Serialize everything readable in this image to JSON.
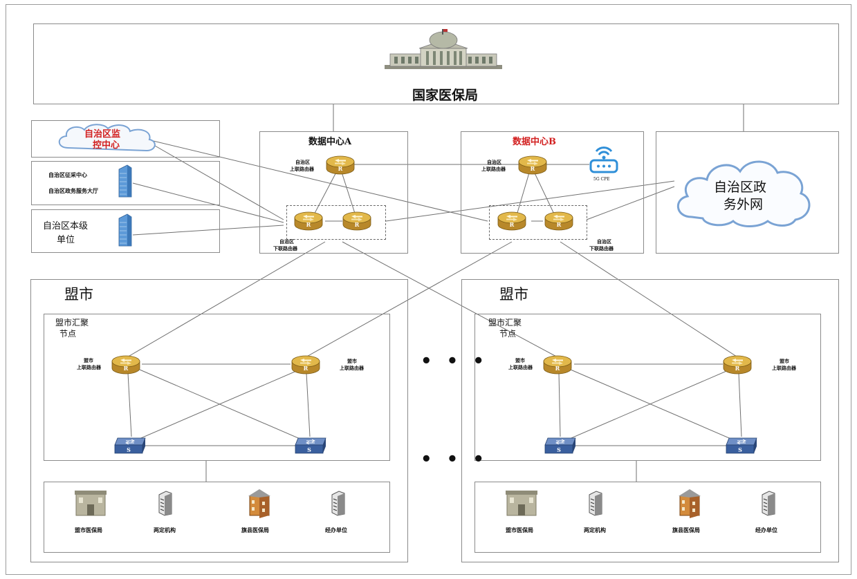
{
  "top": {
    "title": "国家医保局"
  },
  "left_panel": {
    "monitor_center": "自治区监控中心",
    "monitor_line1": "自治区监",
    "monitor_line2": "控中心",
    "collect_center": "自治区征采中心",
    "service_hall": "自治区政务服务大厅",
    "local_unit_line1": "自治区本级",
    "local_unit_line2": "单位"
  },
  "dc_a": {
    "title": "数据中心A",
    "upper_router_label_1": "自治区",
    "upper_router_label_2": "上联路由器",
    "lower_router_label_1": "自治区",
    "lower_router_label_2": "下联路由器"
  },
  "dc_b": {
    "title": "数据中心B",
    "title_color": "#d21f1f",
    "upper_router_label_1": "自治区",
    "upper_router_label_2": "上联路由器",
    "lower_router_label_1": "自治区",
    "lower_router_label_2": "下联路由器",
    "cpe_label": "5G CPE"
  },
  "gov_net": {
    "line1": "自治区政",
    "line2": "务外网"
  },
  "league_left": {
    "title": "盟市",
    "node_line1": "盟市汇聚",
    "node_line2": "节点",
    "router_label_1": "盟市",
    "router_label_2": "上联路由器",
    "units": [
      "盟市医保局",
      "两定机构",
      "旗县医保局",
      "经办单位"
    ]
  },
  "league_right": {
    "title": "盟市",
    "node_line1": "盟市汇聚",
    "node_line2": "节点",
    "router_label_1": "盟市",
    "router_label_2": "上联路由器",
    "units": [
      "盟市医保局",
      "两定机构",
      "旗县医保局",
      "经办单位"
    ]
  },
  "ellipsis": "• • •",
  "colors": {
    "router": "#e2b84a",
    "switch": "#3a5f9e",
    "cloud": "#7aa3d4",
    "accent": "#d21f1f"
  }
}
